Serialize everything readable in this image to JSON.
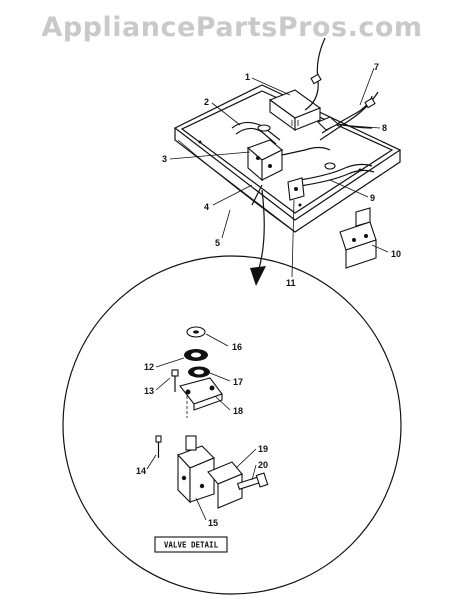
{
  "watermark": "AppliancePartsPros.com",
  "detail_label": "VALVE DETAIL",
  "callouts": {
    "c1": "1",
    "c2": "2",
    "c3": "3",
    "c4": "4",
    "c5": "5",
    "c7": "7",
    "c8": "8",
    "c9": "9",
    "c10": "10",
    "c11": "11",
    "c12": "12",
    "c13": "13",
    "c14": "14",
    "c15": "15",
    "c16": "16",
    "c17": "17",
    "c18": "18",
    "c19": "19",
    "c20": "20"
  }
}
